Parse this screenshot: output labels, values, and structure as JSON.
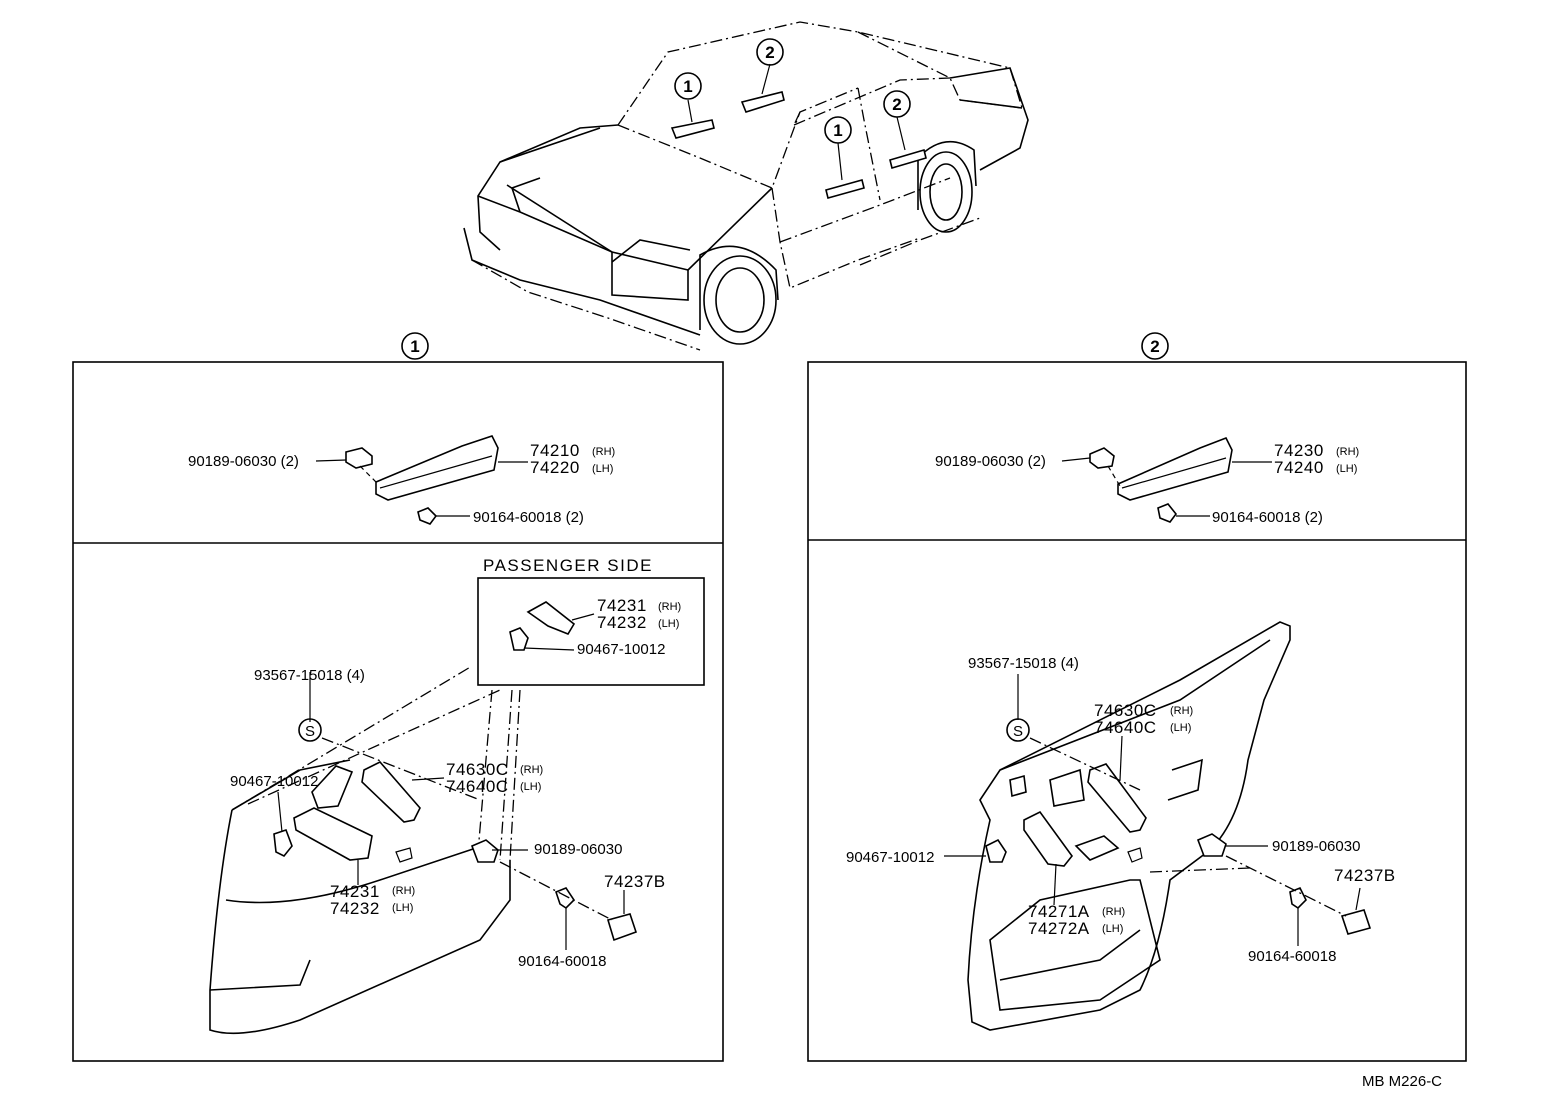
{
  "diagram": {
    "overview": {
      "callouts": [
        {
          "label": "1"
        },
        {
          "label": "2"
        },
        {
          "label": "1"
        },
        {
          "label": "2"
        }
      ]
    },
    "panel1": {
      "label": "1",
      "upper": {
        "clip": "90189-06030 (2)",
        "handle_rh": "74210",
        "handle_lh": "74220",
        "rh": "(RH)",
        "lh": "(LH)",
        "screw": "90164-60018 (2)"
      },
      "passenger_side": {
        "title": "PASSENGER SIDE",
        "bezel_rh": "74231",
        "bezel_lh": "74232",
        "rh": "(RH)",
        "lh": "(LH)",
        "clip": "90467-10012"
      },
      "lower": {
        "screw_top": "93567-15018 (4)",
        "s_symbol": "S",
        "clip_left": "90467-10012",
        "grip_rh": "74630C",
        "grip_lh": "74640C",
        "rh": "(RH)",
        "lh": "(LH)",
        "clip_right": "90189-06030",
        "bezel_rh": "74231",
        "bezel_lh": "74232",
        "cover": "74237B",
        "screw_bottom": "90164-60018"
      }
    },
    "panel2": {
      "label": "2",
      "upper": {
        "clip": "90189-06030 (2)",
        "handle_rh": "74230",
        "handle_lh": "74240",
        "rh": "(RH)",
        "lh": "(LH)",
        "screw": "90164-60018 (2)"
      },
      "lower": {
        "screw_top": "93567-15018 (4)",
        "s_symbol": "S",
        "grip_rh": "74630C",
        "grip_lh": "74640C",
        "rh": "(RH)",
        "lh": "(LH)",
        "clip_left": "90467-10012",
        "clip_right": "90189-06030",
        "cover": "74237B",
        "bezel_rh": "74271A",
        "bezel_lh": "74272A",
        "screw_bottom": "90164-60018"
      }
    },
    "footer_code": "MB  M226-C"
  }
}
